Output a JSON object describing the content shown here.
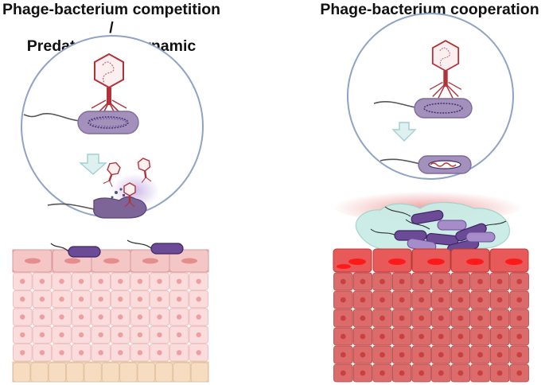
{
  "left_panel": {
    "title_line1": "Phage-bacterium competition /",
    "title_line2": "Predator-prey dynamic"
  },
  "right_panel": {
    "title": "Phage-bacterium cooperation"
  },
  "colors": {
    "circle_stroke": "#8fa3c6",
    "bacterium_fill": "#a391bc",
    "bacterium_dark": "#5e3c86",
    "phage_red": "#b3323a",
    "arrow_fill": "#dff0f1",
    "epithelium_healthy": "#f9d5d5",
    "epithelium_inflamed": "#e06060",
    "basal_layer": "#f6dcc0",
    "biofilm": "#c9ece6"
  },
  "icons": [
    "phage-icon",
    "bacterium-icon",
    "down-arrow-icon",
    "epithelium-icon",
    "biofilm-icon"
  ]
}
